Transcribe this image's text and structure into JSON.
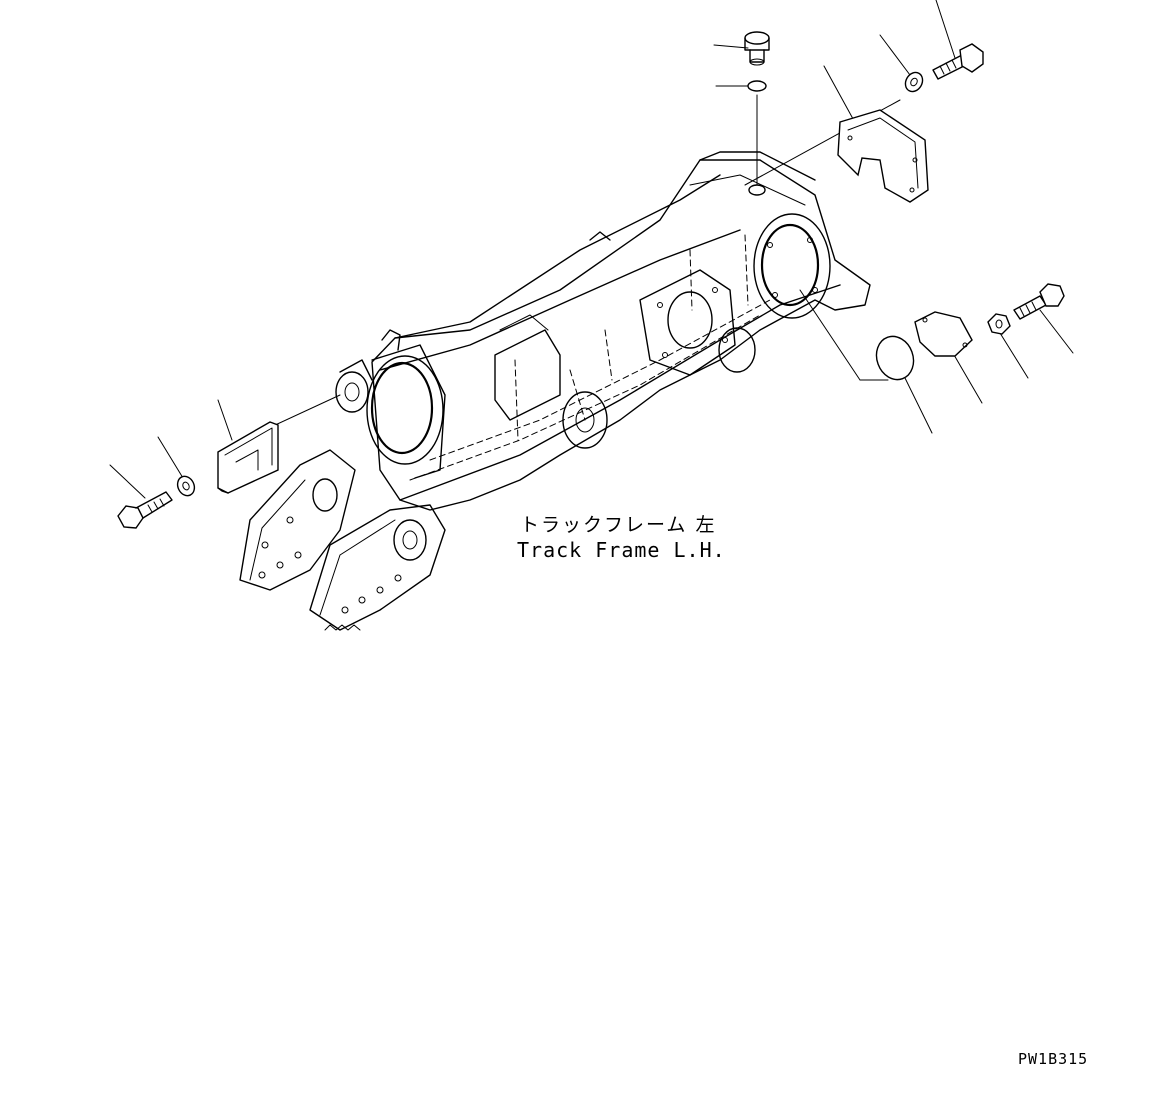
{
  "diagram": {
    "label_japanese": "トラックフレーム 左",
    "label_english": "Track Frame L.H.",
    "drawing_code": "PW1B315"
  },
  "parts": [
    {
      "name": "bolt-left"
    },
    {
      "name": "washer-left"
    },
    {
      "name": "guard-plate-left"
    },
    {
      "name": "plug-top"
    },
    {
      "name": "o-ring-top"
    },
    {
      "name": "guard-cover-right"
    },
    {
      "name": "washer-top-right"
    },
    {
      "name": "bolt-top-right"
    },
    {
      "name": "o-ring-right"
    },
    {
      "name": "cover-plate-right"
    },
    {
      "name": "washer-right"
    },
    {
      "name": "bolt-right"
    }
  ]
}
